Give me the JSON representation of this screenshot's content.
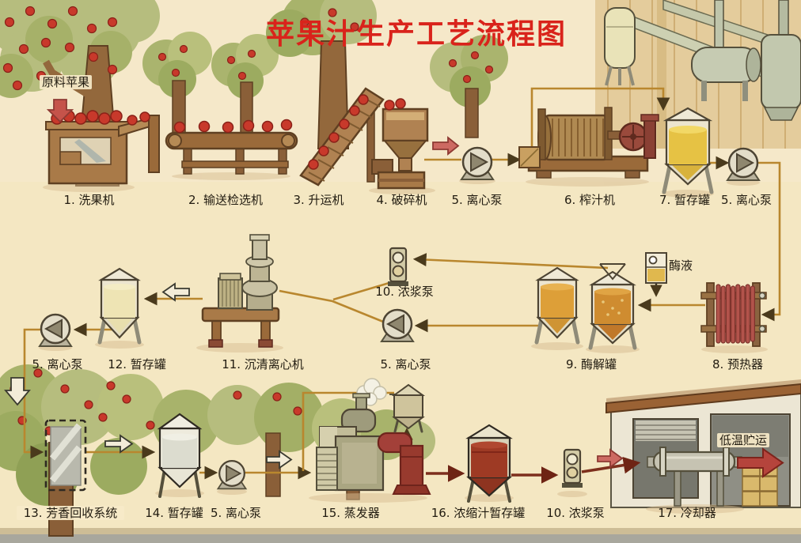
{
  "title": "苹果汁生产工艺流程图",
  "annotations": {
    "raw_apples": "原料苹果",
    "enzyme_liquid": "酶液",
    "cold_storage": "低温贮运"
  },
  "labels": {
    "row1": [
      "1. 洗果机",
      "2. 输送检选机",
      "3. 升运机",
      "4. 破碎机",
      "5. 离心泵",
      "6. 榨汁机",
      "7. 暂存罐",
      "5. 离心泵"
    ],
    "row2": [
      "5. 离心泵",
      "12. 暂存罐",
      "11. 沉清离心机",
      "5. 离心泵",
      "9. 酶解罐",
      "8. 预热器"
    ],
    "slurry_pump_mid": "10. 浓浆泵",
    "row3": [
      "13. 芳香回收系统",
      "14. 暂存罐",
      "5. 离心泵",
      "15. 蒸发器",
      "16. 浓缩汁暂存罐",
      "10. 浓浆泵",
      "17. 冷却器"
    ]
  },
  "colors": {
    "title_red": "#d9231b",
    "flow_line_gold": "#b9872e",
    "concentrate_line": "#7d2f1c",
    "paper": "#f4e7c2"
  }
}
